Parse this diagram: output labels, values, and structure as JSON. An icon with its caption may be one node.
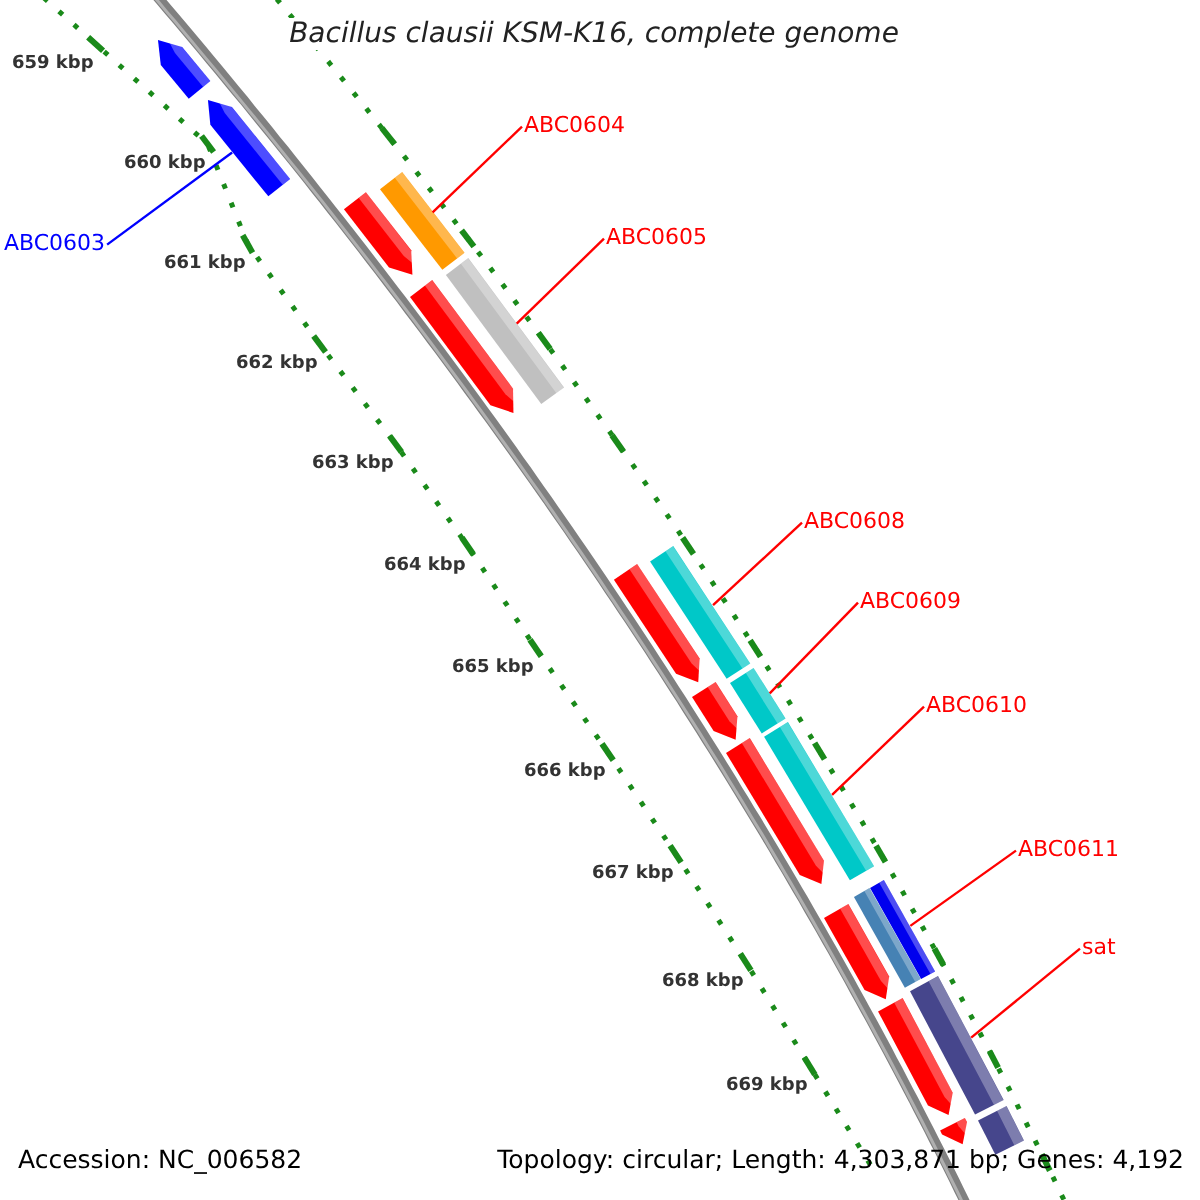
{
  "diagram": {
    "title": "Bacillus clausii KSM-K16, complete genome",
    "nodes": [
      {
        "text": [
          "ABC0603"
        ]
      },
      {
        "text": [
          "ABC0604"
        ]
      },
      {
        "text": [
          "ABC0605"
        ]
      },
      {
        "text": [
          "ABC0608"
        ]
      },
      {
        "text": [
          "ABC0609"
        ]
      },
      {
        "text": [
          "ABC0610"
        ]
      },
      {
        "text": [
          "ABC0611"
        ]
      },
      {
        "text": [
          "sat"
        ]
      },
      {
        "text": [],
        "shape": "bar"
      },
      {
        "text": [],
        "shape": "bar"
      },
      {
        "text": [],
        "shape": "bar"
      },
      {
        "text": [],
        "shape": "bar"
      },
      {
        "text": [],
        "shape": "bar"
      },
      {
        "text": [],
        "shape": "bar"
      },
      {
        "text": [],
        "shape": "bar"
      },
      {
        "text": [],
        "shape": "bar"
      },
      {
        "text": [],
        "shape": "bar"
      },
      {
        "text": [],
        "shape": "bar"
      },
      {
        "text": [],
        "shape": "bar"
      },
      {
        "text": [],
        "shape": "bar"
      },
      {
        "text": [],
        "shape": "bar"
      },
      {
        "text": [],
        "shape": "bar"
      },
      {
        "text": [],
        "shape": "bar"
      },
      {
        "text": [],
        "shape": "bar"
      },
      {
        "text": [],
        "shape": "bar"
      },
      {
        "text": [],
        "shape": "bar"
      },
      {
        "text": [],
        "shape": "bar"
      }
    ],
    "edges": [
      {
        "from": 0,
        "to": 9,
        "arrow": "none",
        "color": "#0000ff"
      },
      {
        "from": 1,
        "to": 10,
        "arrow": "none"
      },
      {
        "from": 2,
        "to": 12,
        "arrow": "none"
      },
      {
        "from": 3,
        "to": 14,
        "arrow": "none"
      },
      {
        "from": 4,
        "to": 16,
        "arrow": "none"
      },
      {
        "from": 5,
        "to": 18,
        "arrow": "none"
      },
      {
        "from": 6,
        "to": 20,
        "arrow": "none"
      },
      {
        "from": 7,
        "to": 23,
        "arrow": "none"
      }
    ],
    "labels": [
      "659 kbp",
      "660 kbp",
      "661 kbp",
      "662 kbp",
      "663 kbp",
      "664 kbp",
      "665 kbp",
      "666 kbp",
      "667 kbp",
      "668 kbp",
      "669 kbp",
      "Accession: NC_006582",
      "Topology: circular; Length: 4,303,871 bp; Genes: 4,192"
    ]
  }
}
